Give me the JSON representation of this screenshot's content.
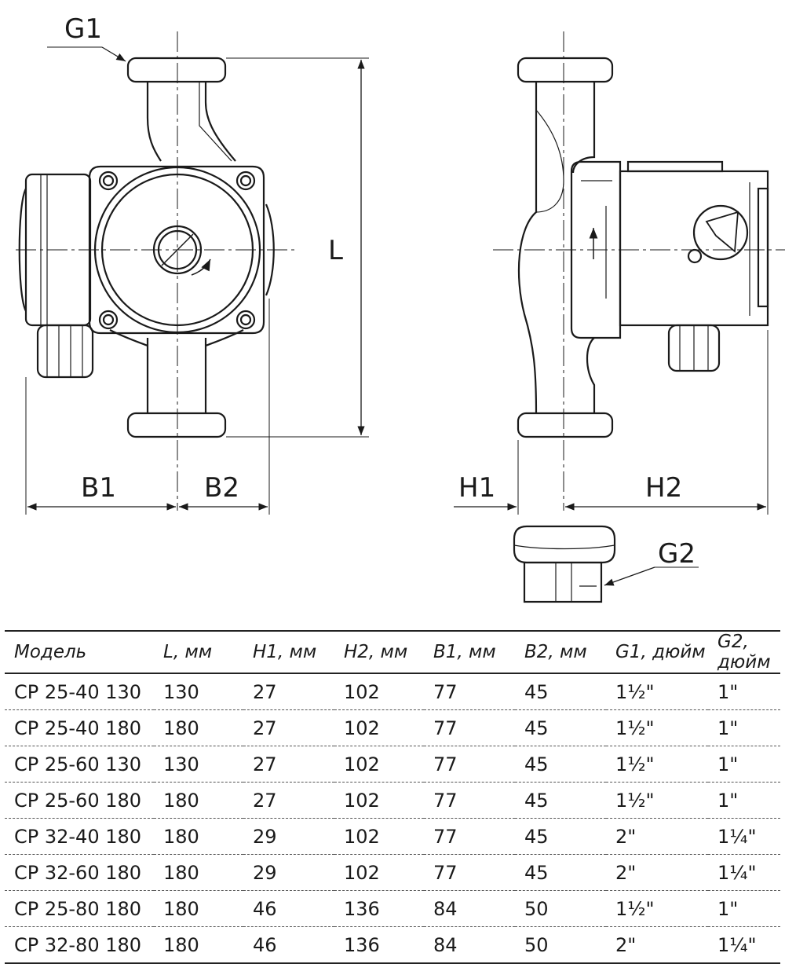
{
  "drawing": {
    "labels": {
      "g1": "G1",
      "g2": "G2",
      "l": "L",
      "b1": "B1",
      "b2": "B2",
      "h1": "H1",
      "h2": "H2"
    }
  },
  "table": {
    "headers": [
      "Модель",
      "L, мм",
      "H1, мм",
      "H2, мм",
      "B1, мм",
      "B2, мм",
      "G1, дюйм",
      "G2, дюйм"
    ],
    "rows": [
      [
        "CP 25-40 130",
        "130",
        "27",
        "102",
        "77",
        "45",
        "1½\"",
        "1\""
      ],
      [
        "CP 25-40 180",
        "180",
        "27",
        "102",
        "77",
        "45",
        "1½\"",
        "1\""
      ],
      [
        "CP 25-60 130",
        "130",
        "27",
        "102",
        "77",
        "45",
        "1½\"",
        "1\""
      ],
      [
        "CP 25-60 180",
        "180",
        "27",
        "102",
        "77",
        "45",
        "1½\"",
        "1\""
      ],
      [
        "CP 32-40 180",
        "180",
        "29",
        "102",
        "77",
        "45",
        "2\"",
        "1¼\""
      ],
      [
        "CP 32-60 180",
        "180",
        "29",
        "102",
        "77",
        "45",
        "2\"",
        "1¼\""
      ],
      [
        "CP 25-80 180",
        "180",
        "46",
        "136",
        "84",
        "50",
        "1½\"",
        "1\""
      ],
      [
        "CP 32-80 180",
        "180",
        "46",
        "136",
        "84",
        "50",
        "2\"",
        "1¼\""
      ]
    ]
  }
}
